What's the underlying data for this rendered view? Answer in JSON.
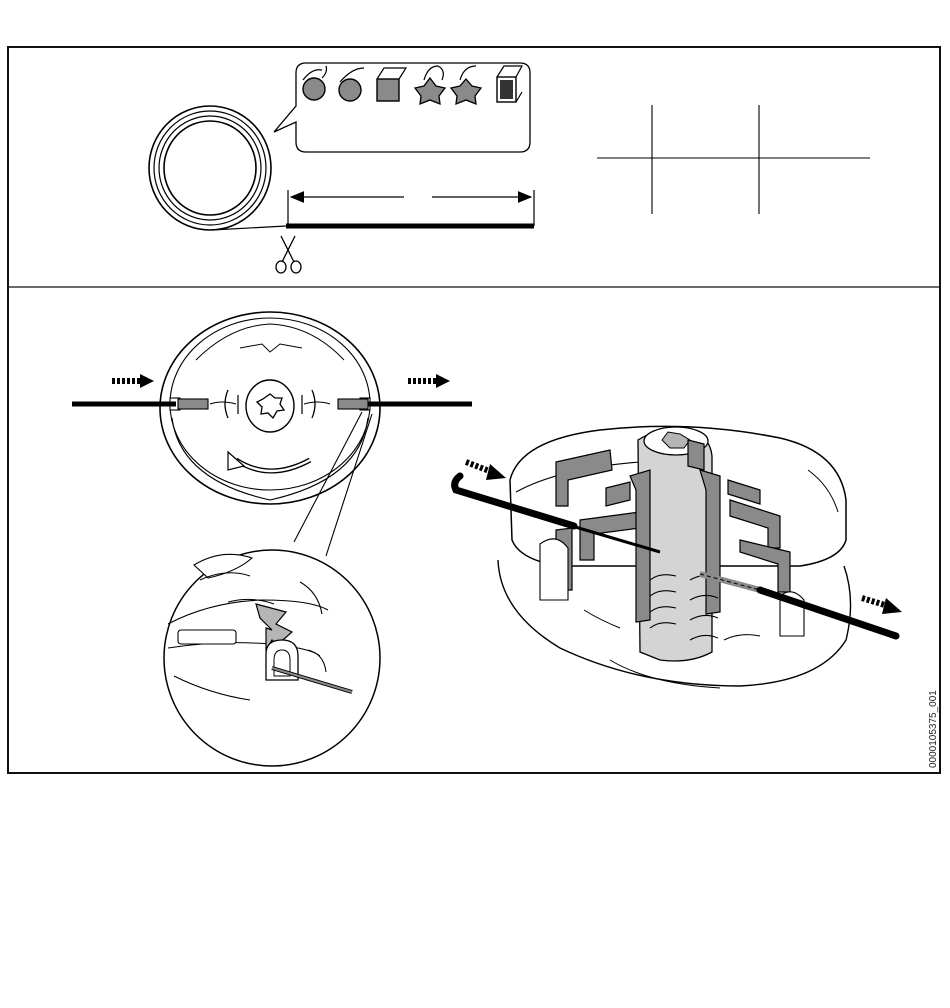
{
  "figure": {
    "id_code": "0000105375_001",
    "line_cross_sections": [
      "round",
      "round-twisted",
      "square",
      "star",
      "star-twisted",
      "square-ribbed"
    ],
    "colors": {
      "line": "#000000",
      "frame": "#111111",
      "dark_fill": "#333333",
      "mid_gray": "#8a8a8a",
      "light_gray": "#b5b5b5",
      "pale_gray": "#d4d4d4",
      "white": "#ffffff"
    },
    "icons": [
      "scissors-icon",
      "feed-arrow-icon",
      "rotation-arrow-icon",
      "torx-socket-icon"
    ]
  }
}
